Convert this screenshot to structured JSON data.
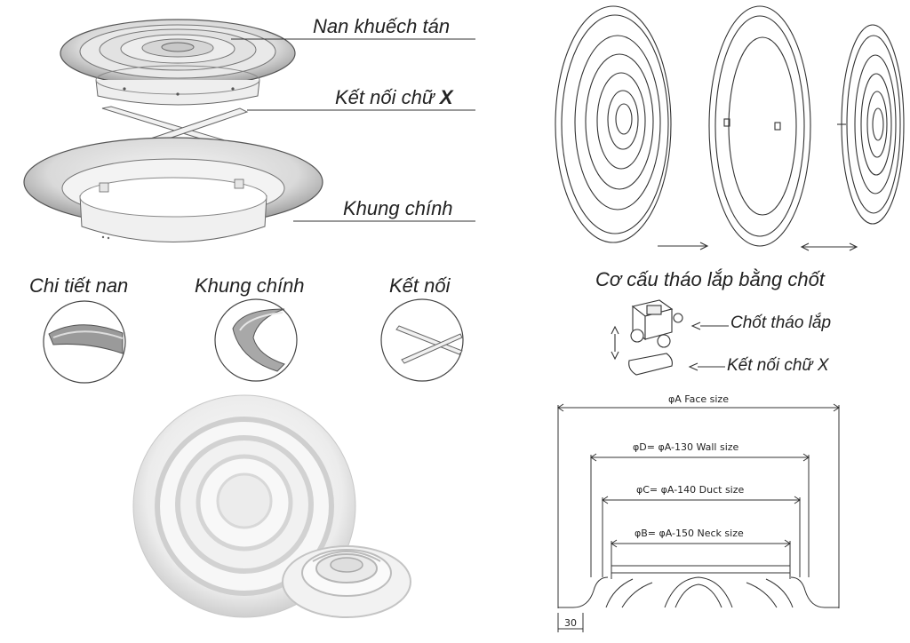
{
  "exploded_view": {
    "label_blades": "Nan khuếch tán",
    "label_xconnector_prefix": "Kết nối chữ ",
    "label_xconnector_suffix": "X",
    "label_frame": "Khung chính"
  },
  "details": {
    "blade_detail": "Chi tiết nan",
    "frame_detail": "Khung chính",
    "connector_detail": "Kết nối"
  },
  "mechanism": {
    "title": "Cơ cấu tháo lắp bằng chốt",
    "pin_label": "Chốt tháo lắp",
    "connector_label": "Kết nối chữ X"
  },
  "dimensions": {
    "face": "φA Face size",
    "wall": "φD=  φA-130 Wall size",
    "duct": "φC=  φA-140 Duct size",
    "neck": "φB=  φA-150 Neck size",
    "flange": "30"
  }
}
